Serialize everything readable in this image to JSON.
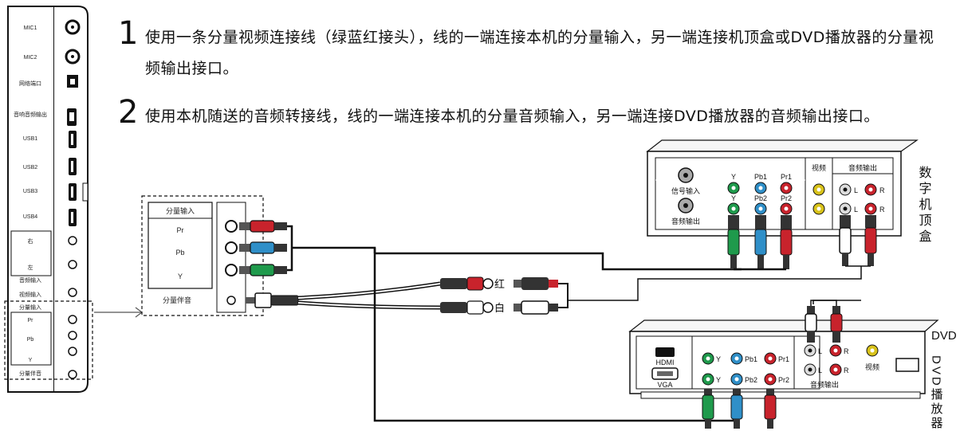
{
  "instructions": [
    {
      "number": "1",
      "text": "使用一条分量视频连接线（绿蓝红接头），线的一端连接本机的分量输入，另一端连接机顶盒或DVD播放器的分量视频输出接口。"
    },
    {
      "number": "2",
      "text": "使用本机随送的音频转接线，线的一端连接本机的分量音频输入，另一端连接DVD播放器的音频输出接口。"
    }
  ],
  "tv_panel": {
    "labels": [
      "MIC1",
      "MIC2",
      "网络端口",
      "音响音频输出",
      "USB1",
      "USB2",
      "USB3",
      "USB4",
      "右",
      "左",
      "音频输入",
      "视频输入",
      "分量输入",
      "Pr",
      "Pb",
      "Y",
      "分量伴音"
    ]
  },
  "zoom_panel": {
    "labels": [
      "分量输入",
      "Pr",
      "Pb",
      "Y",
      "分量伴音"
    ]
  },
  "adapter": {
    "red_label": "红",
    "white_label": "白"
  },
  "stb": {
    "name": "数字机顶盒",
    "labels": [
      "信号输入",
      "音频输出",
      "Y",
      "Pb1",
      "Pr1",
      "Y",
      "Pb2",
      "Pr2",
      "视频",
      "音频输出",
      "L",
      "R",
      "L",
      "R"
    ]
  },
  "dvd": {
    "name": "DVD播放器",
    "labels": [
      "HDMI",
      "VGA",
      "Y",
      "Pb1",
      "Pr1",
      "Y",
      "Pb2",
      "Pr2",
      "L",
      "R",
      "L",
      "R",
      "视频",
      "音频输出"
    ]
  },
  "colors": {
    "green": "#1f9a4c",
    "blue": "#2f8fc8",
    "red": "#c8232c",
    "yellow": "#d8c21a",
    "line": "#111111"
  }
}
